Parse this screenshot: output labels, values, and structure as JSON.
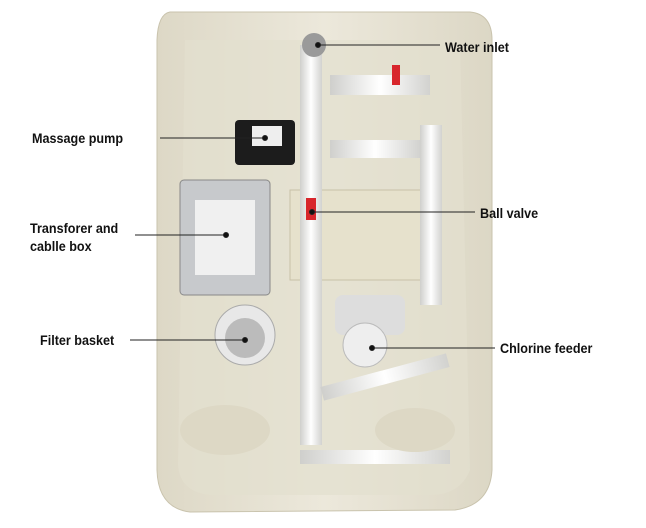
{
  "labels": {
    "water_inlet": "Water inlet",
    "massage_pump": "Massage pump",
    "transformer_line1": "Transforer and",
    "transformer_line2": "cablle box",
    "ball_valve": "Ball valve",
    "filter_basket": "Filter basket",
    "chlorine_feeder": "Chlorine feeder"
  },
  "colors": {
    "tub": "#e9e5d7",
    "pipe": "#f4f4f2",
    "valve_handle": "#d8262c",
    "label_text": "#111111"
  }
}
